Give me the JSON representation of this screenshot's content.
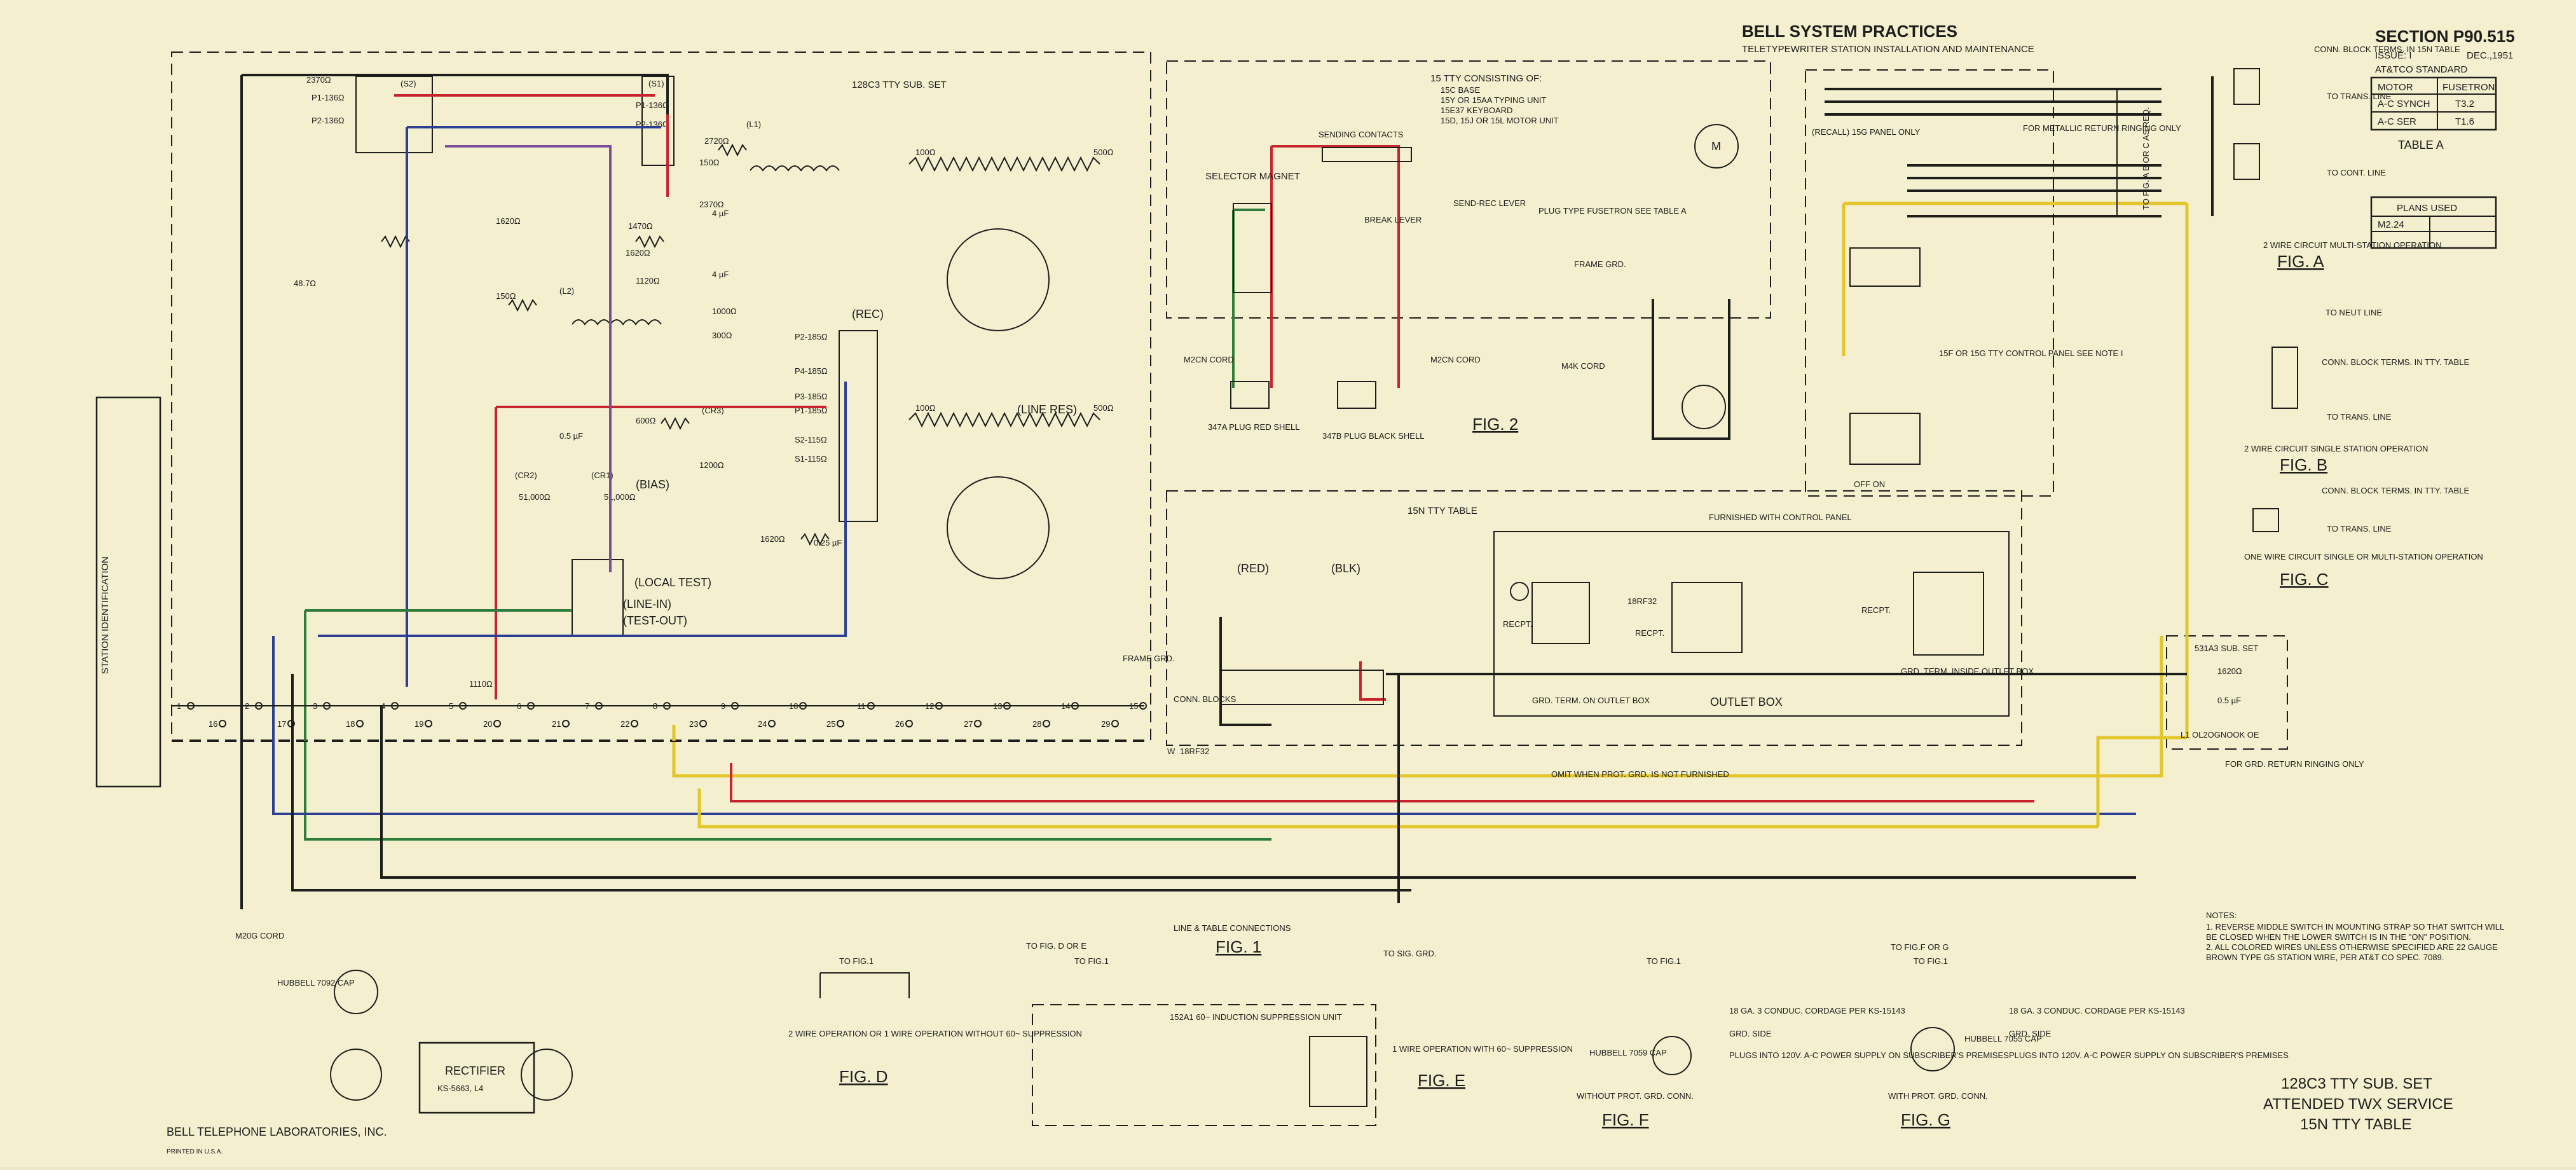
{
  "header": {
    "practice": "BELL SYSTEM PRACTICES",
    "subtitle": "TELETYPEWRITER STATION INSTALLATION AND MAINTENANCE",
    "section": "SECTION P90.515",
    "issue": "ISSUE: I",
    "date": "DEC.,1951",
    "standard": "AT&TCO STANDARD"
  },
  "table_a": {
    "caption": "TABLE A",
    "columns": [
      "MOTOR",
      "FUSETRON"
    ],
    "rows": [
      [
        "A-C SYNCH",
        "T3.2"
      ],
      [
        "A-C SER",
        "T1.6"
      ]
    ]
  },
  "plans_used": {
    "title": "PLANS USED",
    "value": "M2.24"
  },
  "station_id": "STATION IDENTIFICATION",
  "sections": {
    "sub_set": "128C3 TTY SUB. SET",
    "tty": "15 TTY CONSISTING OF:",
    "tty_items": [
      "15C BASE",
      "15Y OR 15AA TYPING UNIT",
      "15E37 KEYBOARD",
      "15D, 15J OR 15L MOTOR UNIT"
    ],
    "table": "15N TTY TABLE",
    "sub_531": "531A3 SUB. SET"
  },
  "labels": {
    "selector_magnet": "SELECTOR MAGNET",
    "sending_contacts": "SENDING CONTACTS",
    "break_lever": "BREAK LEVER",
    "send_rec": "SEND-REC LEVER",
    "plug_fusetron": "PLUG TYPE FUSETRON SEE TABLE A",
    "frame_grd": "FRAME GRD.",
    "m4k_cord": "M4K CORD",
    "m2cn_cord": "M2CN CORD",
    "plug_347a": "347A PLUG RED SHELL",
    "plug_347b": "347B PLUG BLACK SHELL",
    "recall": "(RECALL) 15G PANEL ONLY",
    "metallic": "FOR METALLIC RETURN RINGING ONLY",
    "ctrl_panel": "15F OR 15G TTY CONTROL PANEL SEE NOTE I",
    "off_on": "OFF ON",
    "furnished": "FURNISHED WITH CONTROL PANEL",
    "conn_blocks": "CONN. BLOCKS",
    "grd_term_outlet": "GRD. TERM. ON OUTLET BOX",
    "grd_term_inside": "GRD. TERM. INSIDE OUTLET BOX",
    "outlet_box": "OUTLET BOX",
    "omit": "OMIT WHEN PROT. GRD. IS NOT FURNISHED",
    "cord_18rf32": "18RF32",
    "grd_return": "FOR GRD. RETURN RINGING ONLY",
    "line_res": "(LINE RES)",
    "local_test": "(LOCAL TEST)",
    "line_in": "(LINE-IN)",
    "test_out": "(TEST-OUT)",
    "rec": "(REC)",
    "bias": "(BIAS)",
    "m20g": "M20G CORD",
    "hubbell_7092": "HUBBELL 7092 CAP",
    "rectifier": "RECTIFIER",
    "rectifier_type": "KS-5663, L4",
    "to_fig_d_e": "TO FIG. D OR E",
    "line_table": "LINE & TABLE CONNECTIONS",
    "to_sig_grd": "TO SIG. GRD.",
    "to_fig_f_g": "TO FIG.F OR G",
    "to_fig1": "TO FIG.1",
    "induction": "152A1 60~ INDUCTION SUPPRESSION UNIT",
    "cordage": "18 GA. 3 CONDUC. CORDAGE PER KS-15143",
    "grd_side": "GRD. SIDE",
    "hubbell_7059": "HUBBELL 7059 CAP",
    "hubbell_7055": "HUBBELL 7055 CAP",
    "plugs_into": "PLUGS INTO 120V. A-C POWER SUPPLY ON SUBSCRIBER'S PREMISES",
    "without_prot": "WITHOUT PROT. GRD. CONN.",
    "with_prot": "WITH PROT. GRD. CONN.",
    "fig_d_text": "2 WIRE OPERATION OR 1 WIRE OPERATION WITHOUT 60~ SUPPRESSION",
    "fig_e_text": "1 WIRE OPERATION WITH 60~ SUPPRESSION"
  },
  "figures": {
    "fig_a": "FIG. A",
    "fig_a_caption": "2 WIRE CIRCUIT MULTI-STATION OPERATION",
    "fig_b": "FIG. B",
    "fig_b_caption": "2 WIRE CIRCUIT SINGLE STATION OPERATION",
    "fig_c": "FIG. C",
    "fig_c_caption": "ONE WIRE CIRCUIT SINGLE OR MULTI-STATION OPERATION",
    "fig_1": "FIG. 1",
    "fig_2": "FIG. 2",
    "fig_d": "FIG. D",
    "fig_e": "FIG. E",
    "fig_f": "FIG. F",
    "fig_g": "FIG. G",
    "conn_block_a": "CONN. BLOCK TERMS. IN 15N TABLE",
    "conn_block_b": "CONN. BLOCK TERMS. IN TTY. TABLE",
    "to_trans": "TO TRANS. LINE",
    "to_cont": "TO CONT. LINE",
    "to_neut": "TO NEUT LINE"
  },
  "notes": {
    "title": "NOTES:",
    "items": [
      "1. REVERSE MIDDLE SWITCH IN MOUNTING STRAP SO THAT SWITCH WILL BE CLOSED WHEN THE LOWER SWITCH IS IN THE \"ON\" POSITION.",
      "2. ALL COLORED WIRES UNLESS OTHERWISE SPECIFIED ARE 22 GAUGE BROWN TYPE G5 STATION WIRE, PER AT&T CO SPEC. 7089."
    ]
  },
  "title_block": [
    "128C3 TTY SUB. SET",
    "ATTENDED TWX SERVICE",
    "15N TTY TABLE"
  ],
  "footer": {
    "lab": "BELL TELEPHONE LABORATORIES, INC.",
    "printed": "PRINTED IN U.S.A."
  },
  "resistors": [
    "2370Ω",
    "2720Ω",
    "1470Ω",
    "1620Ω",
    "150Ω",
    "48.7Ω",
    "600Ω",
    "1200Ω",
    "51,000Ω",
    "1110Ω",
    "0.5 µF",
    "4 µF",
    "1000Ω",
    "300Ω",
    "500Ω",
    "100Ω"
  ],
  "rec_taps": [
    "P2-185Ω",
    "P4-185Ω",
    "P3-185Ω",
    "P1-185Ω",
    "S2-115Ω",
    "S1-115Ω"
  ],
  "terminals_top": [
    "1",
    "2",
    "3",
    "4",
    "5",
    "6",
    "7",
    "8",
    "9",
    "10",
    "11",
    "12",
    "13",
    "14",
    "15"
  ],
  "terminals_bottom": [
    "16",
    "17",
    "18",
    "19",
    "20",
    "21",
    "22",
    "23",
    "24",
    "25",
    "26",
    "27",
    "28",
    "29"
  ],
  "wire_colors": {
    "red": "#c8242e",
    "blue": "#2d3f95",
    "green": "#2f7d3a",
    "yellow": "#e3c62a",
    "black": "#1d1d1b",
    "purple": "#7a4e9c"
  }
}
